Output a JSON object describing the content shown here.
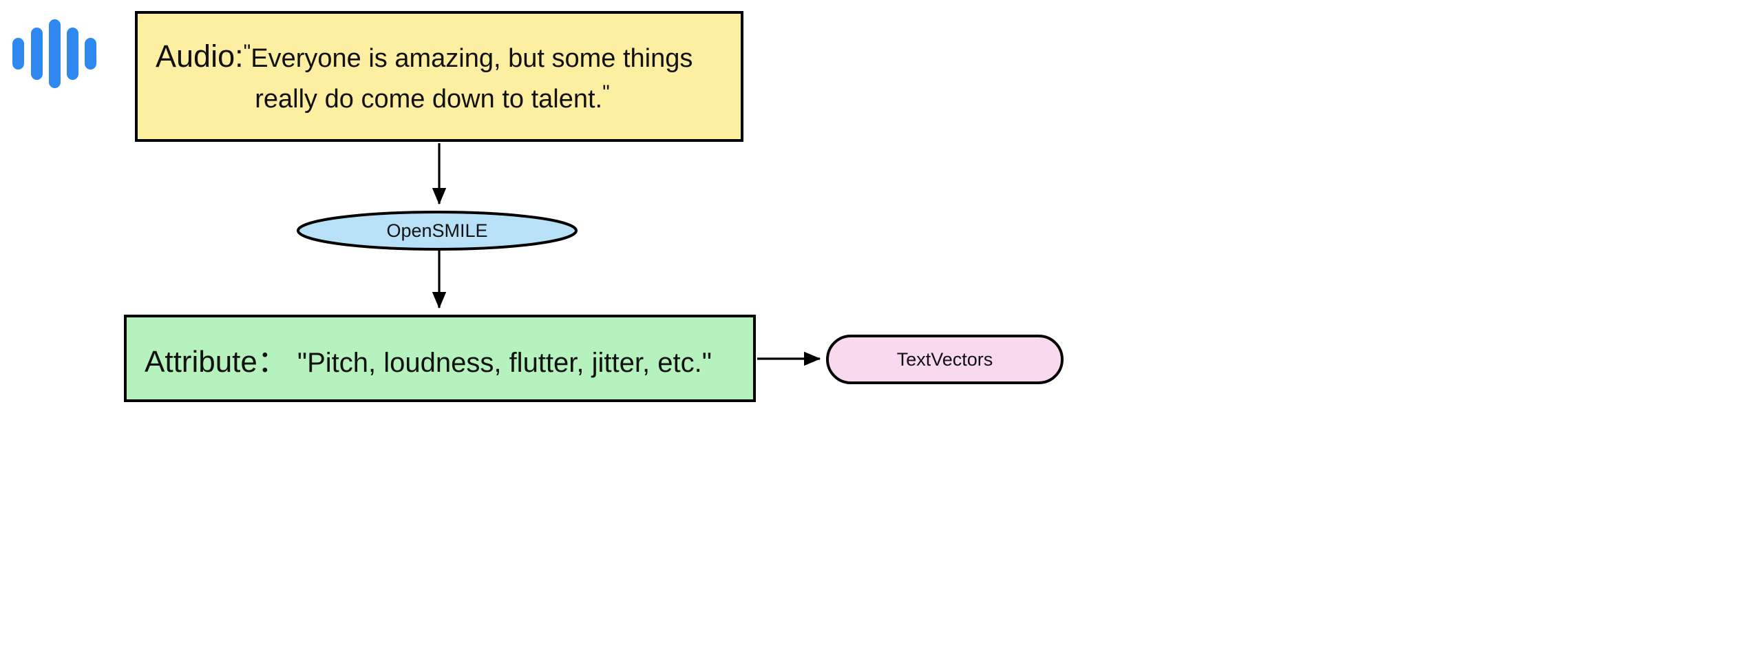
{
  "diagram": {
    "title": "Audio feature extraction pipeline",
    "background": "#ffffff"
  },
  "icon": {
    "name": "audio-waveform-icon",
    "color": "#2f88f0",
    "bars": [
      {
        "height_pct": 46,
        "x_pct": 2
      },
      {
        "height_pct": 76,
        "x_pct": 26
      },
      {
        "height_pct": 100,
        "x_pct": 50
      },
      {
        "height_pct": 76,
        "x_pct": 73
      },
      {
        "height_pct": 46,
        "x_pct": 96
      }
    ]
  },
  "nodes": {
    "audio": {
      "label": "Audio:",
      "open_quote": "\"",
      "close_quote": "\"",
      "line1": "Everyone is amazing, but some things",
      "line2": "really do come down to talent.",
      "fill": "#fcefa1",
      "stroke": "#000000",
      "shape": "rectangle"
    },
    "opensmile": {
      "label": "OpenSMILE",
      "fill": "#b8e1f7",
      "stroke": "#000000",
      "shape": "ellipse"
    },
    "attribute": {
      "label": "Attribute：",
      "value": "\"Pitch, loudness, flutter, jitter, etc.\"",
      "fill": "#b5f2bd",
      "stroke": "#000000",
      "shape": "rectangle"
    },
    "textvectors": {
      "label": "TextVectors",
      "fill": "#f9d9f0",
      "stroke": "#000000",
      "shape": "stadium"
    }
  },
  "edges": [
    {
      "name": "audio-to-opensmile",
      "from": "audio",
      "to": "opensmile",
      "direction": "down",
      "arrow": true
    },
    {
      "name": "opensmile-to-attribute",
      "from": "opensmile",
      "to": "attribute",
      "direction": "down",
      "arrow": true
    },
    {
      "name": "attribute-to-textvectors",
      "from": "attribute",
      "to": "textvectors",
      "direction": "right",
      "arrow": true
    }
  ]
}
